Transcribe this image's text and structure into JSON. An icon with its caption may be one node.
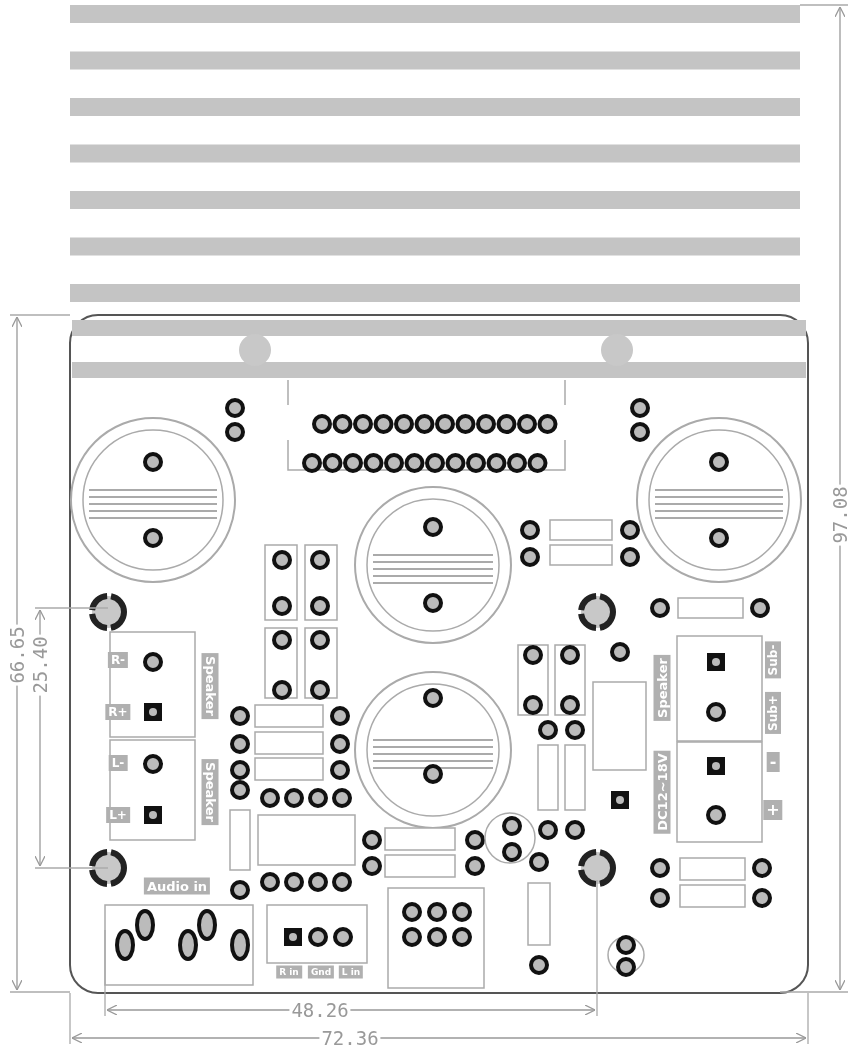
{
  "diagram": {
    "labels": [
      "R-",
      "R+",
      "Speaker",
      "L-",
      "L+",
      "Speaker",
      "Speaker",
      "Sub-",
      "Sub+",
      "DC12~18V",
      "-",
      "+",
      "Audio in",
      "R in",
      "Gnd",
      "L in",
      "97.08",
      "66.65",
      "25.40",
      "48.26",
      "72.36"
    ]
  }
}
